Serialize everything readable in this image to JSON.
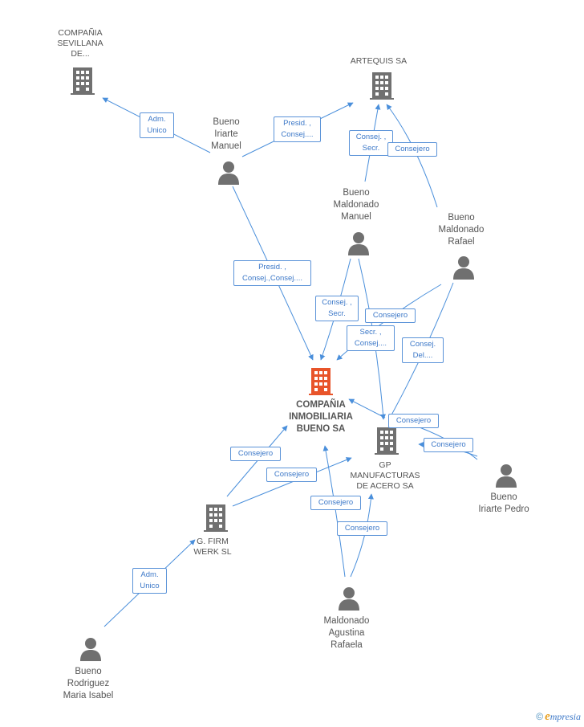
{
  "colors": {
    "edge": "#4a8fdb",
    "node": "#707070",
    "main_node": "#e8542a",
    "label_border": "#5b93d8"
  },
  "nodes": {
    "sevillana": {
      "label": [
        "COMPAÑIA",
        "SEVILLANA",
        "DE..."
      ],
      "kind": "company"
    },
    "artequis": {
      "label": [
        "ARTEQUIS SA"
      ],
      "kind": "company"
    },
    "bueno_iriarte_manuel": {
      "label": [
        "Bueno",
        "Iriarte",
        "Manuel"
      ],
      "kind": "person"
    },
    "bueno_maldonado_manuel": {
      "label": [
        "Bueno",
        "Maldonado",
        "Manuel"
      ],
      "kind": "person"
    },
    "bueno_maldonado_rafael": {
      "label": [
        "Bueno",
        "Maldonado",
        "Rafael"
      ],
      "kind": "person"
    },
    "main": {
      "label": [
        "COMPAÑIA",
        "INMOBILIARIA",
        "BUENO SA"
      ],
      "kind": "main"
    },
    "gp": {
      "label": [
        "GP",
        "MANUFACTURAS",
        "DE ACERO SA"
      ],
      "kind": "company"
    },
    "bueno_iriarte_pedro": {
      "label": [
        "Bueno",
        "Iriarte Pedro"
      ],
      "kind": "person"
    },
    "firm": {
      "label": [
        "G. FIRM",
        "WERK SL"
      ],
      "kind": "company"
    },
    "maldonado_agustina": {
      "label": [
        "Maldonado",
        "Agustina",
        "Rafaela"
      ],
      "kind": "person"
    },
    "bueno_rodriguez": {
      "label": [
        "Bueno",
        "Rodriguez",
        "Maria Isabel"
      ],
      "kind": "person"
    }
  },
  "edge_labels": {
    "adm_unico_1": [
      "Adm.",
      "Unico"
    ],
    "presid_consej_artequis": [
      "Presid. ,",
      "Consej...."
    ],
    "consej_secr_artequis": [
      "Consej. ,",
      "Secr."
    ],
    "consejero_artequis": [
      "Consejero"
    ],
    "presid_consej_main": [
      "Presid. ,",
      "Consej.,Consej...."
    ],
    "consej_secr_main": [
      "Consej. ,",
      "Secr."
    ],
    "consejero_gp_1": [
      "Consejero"
    ],
    "secr_consej": [
      "Secr. ,",
      "Consej...."
    ],
    "consej_del": [
      "Consej.",
      "Del...."
    ],
    "consejero_gp_main": [
      "Consejero"
    ],
    "consejero_pedro": [
      "Consejero"
    ],
    "consejero_firm_main": [
      "Consejero"
    ],
    "consejero_firm_gp": [
      "Consejero"
    ],
    "consejero_agustina_main": [
      "Consejero"
    ],
    "consejero_agustina_gp": [
      "Consejero"
    ],
    "adm_unico_2": [
      "Adm.",
      "Unico"
    ]
  },
  "footer": {
    "copyright": "©",
    "brand_initial": "e",
    "brand_rest": "mpresia"
  }
}
